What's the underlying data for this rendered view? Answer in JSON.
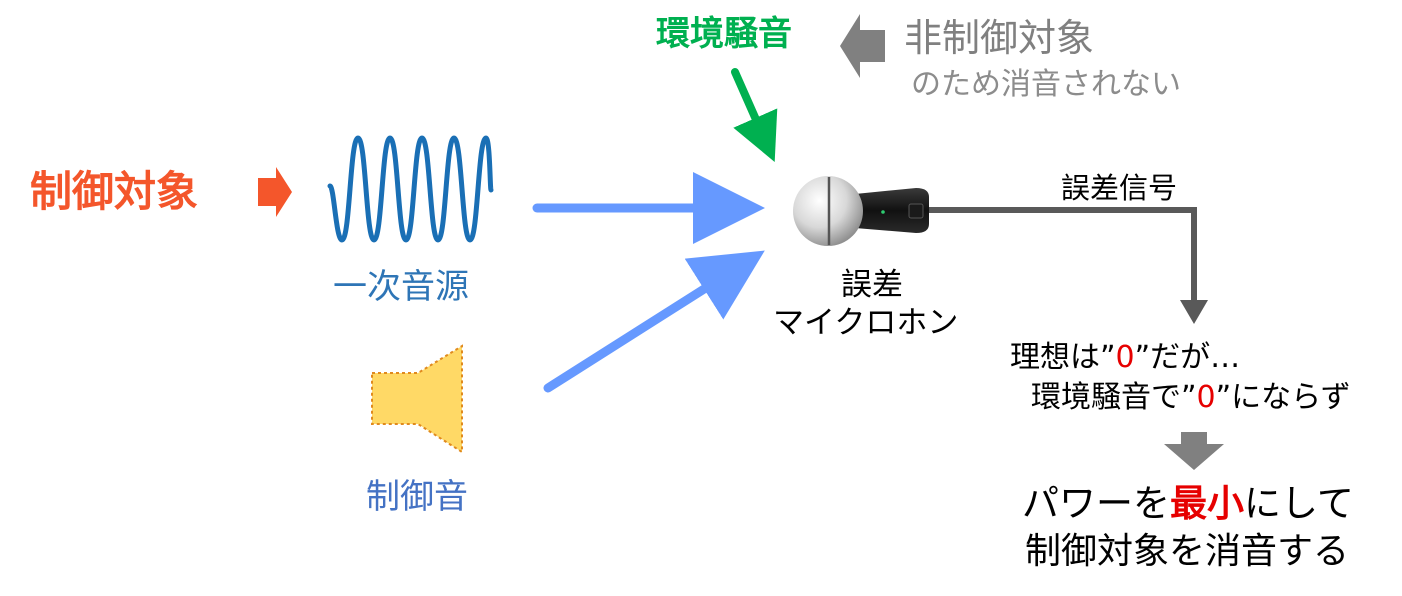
{
  "control_target": {
    "label": "制御対象"
  },
  "primary_source": {
    "label": "一次音源"
  },
  "control_sound": {
    "label": "制御音"
  },
  "ambient_noise": {
    "label": "環境騒音"
  },
  "non_target_note": {
    "title": "非制御対象",
    "subtitle": "のため消音されない"
  },
  "error_mic": {
    "line1": "誤差",
    "line2": "マイクロホン"
  },
  "error_signal": {
    "label": "誤差信号"
  },
  "ideal_note": {
    "line1_a": "理想は”",
    "line1_zero": "0",
    "line1_b": "”だが…",
    "line2_a": "環境騒音で”",
    "line2_zero": "0",
    "line2_b": "”にならず"
  },
  "conclusion": {
    "line1_a": "パワーを",
    "line1_emph": "最小",
    "line1_b": "にして",
    "line2": "制御対象を消音する"
  },
  "colors": {
    "control_target": "#f4562b",
    "primary_source": "#2e75b6",
    "control_sound": "#4472c4",
    "ambient_noise": "#00b050",
    "gray_note": "#808080",
    "sound_arrow": "#6699ff",
    "emphasis": "#e60000",
    "speaker": "#ffd966"
  },
  "icons": [
    "right-arrow-icon",
    "sine-wave-icon",
    "speaker-icon",
    "microphone-icon",
    "left-arrow-icon",
    "down-arrow-icon"
  ]
}
